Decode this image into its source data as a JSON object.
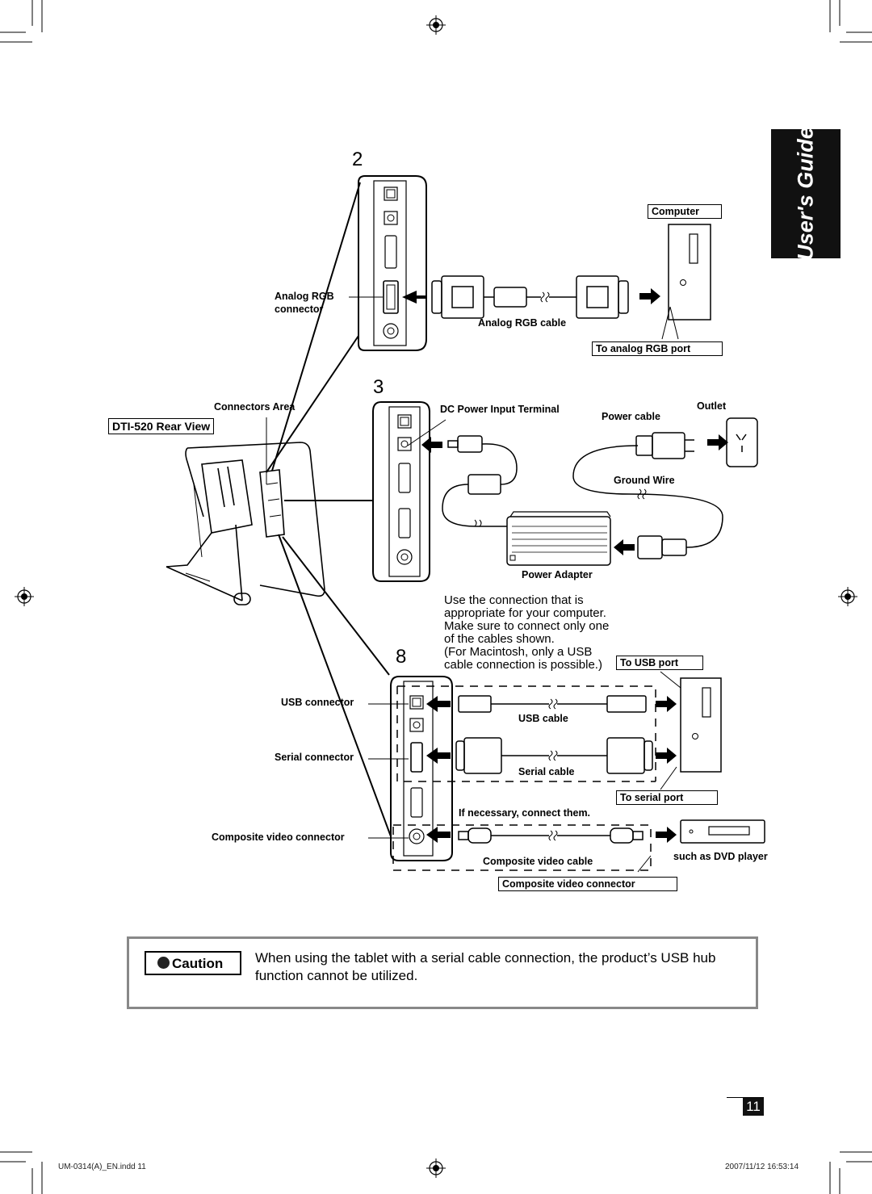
{
  "side_tab": "User's Guide",
  "steps": {
    "s2": "2",
    "s3": "3",
    "s8": "8"
  },
  "section2": {
    "computer": "Computer",
    "analog_rgb_connector_l1": "Analog RGB",
    "analog_rgb_connector_l2": "connector",
    "analog_rgb_cable": "Analog RGB cable",
    "to_analog_rgb_port": "To analog RGB port"
  },
  "rear": {
    "connectors_area": "Connectors Area",
    "rear_view": "DTI-520 Rear View"
  },
  "section3": {
    "dc_power_input_terminal": "DC Power Input Terminal",
    "power_cable": "Power cable",
    "outlet": "Outlet",
    "ground_wire": "Ground Wire",
    "power_adapter": "Power Adapter"
  },
  "note": {
    "l1": "Use the connection that is",
    "l2": "appropriate for your computer.",
    "l3": "Make sure to connect only one",
    "l4": "of the cables shown.",
    "l5": "(For Macintosh, only a USB",
    "l6": "cable connection is possible.)"
  },
  "section8": {
    "to_usb_port": "To USB port",
    "usb_connector": "USB connector",
    "usb_cable": "USB cable",
    "serial_connector": "Serial connector",
    "serial_cable": "Serial cable",
    "to_serial_port": "To serial port",
    "if_necessary": "If necessary, connect them.",
    "composite_video_connector_left": "Composite video connector",
    "composite_video_cable": "Composite video cable",
    "such_as_dvd": "such as DVD player",
    "composite_video_connector_box": "Composite video connector"
  },
  "caution": {
    "badge": "Caution",
    "text": "When using the tablet with a serial cable connection, the product’s USB hub function cannot be utilized."
  },
  "page_number": "11",
  "footer": {
    "file": "UM-0314(A)_EN.indd   11",
    "timestamp": "2007/11/12   16:53:14"
  }
}
